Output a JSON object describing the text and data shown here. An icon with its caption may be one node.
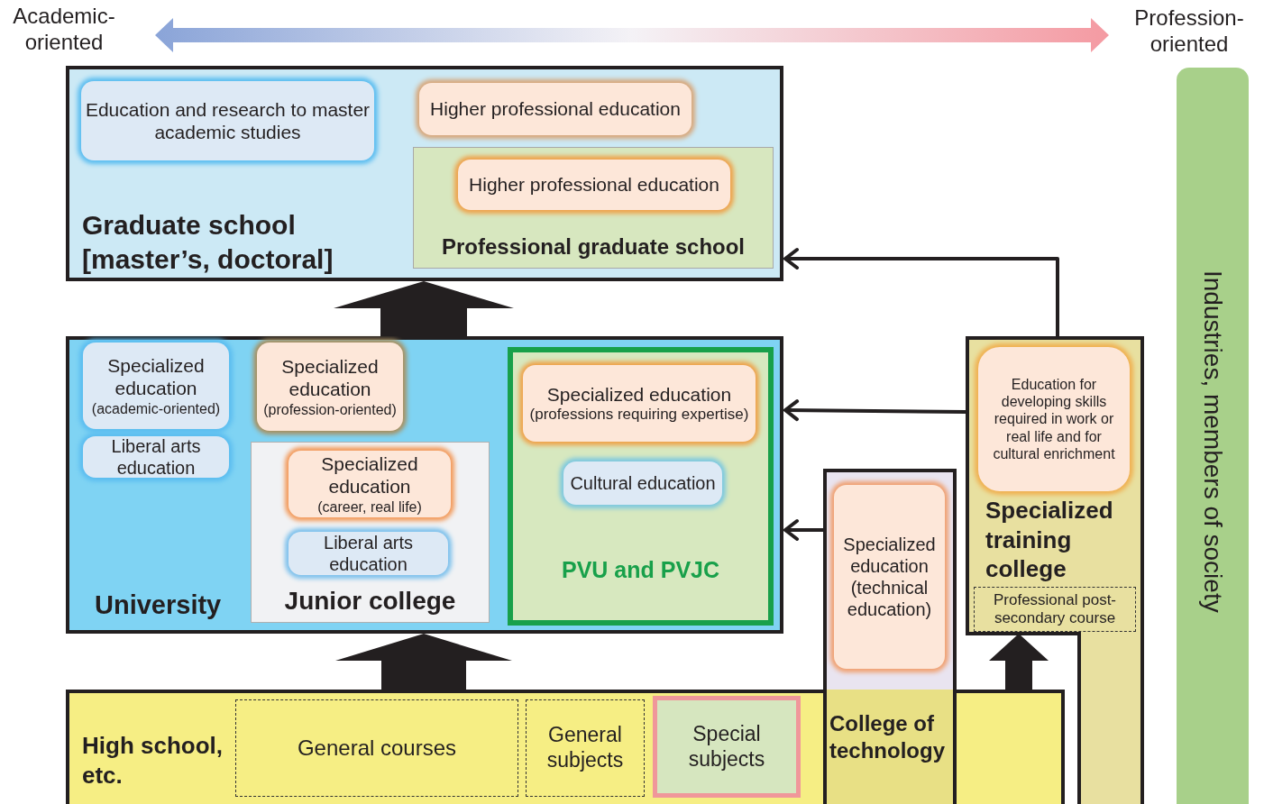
{
  "diagram": {
    "nodes": [
      {
        "text": [
          "Graduate school [master’s, doctoral]"
        ]
      },
      {
        "text": [
          "Education and research to master academic studies"
        ],
        "in": 0
      },
      {
        "text": [
          "Higher professional education"
        ],
        "in": 0
      },
      {
        "text": [
          "Professional  graduate school"
        ],
        "in": 0
      },
      {
        "text": [
          "Higher professional education"
        ],
        "in": 3
      },
      {
        "text": [
          "University"
        ]
      },
      {
        "text": [
          "Specialized education",
          "(academic-oriented)"
        ],
        "in": 5
      },
      {
        "text": [
          "Specialized education",
          "(profession-oriented)"
        ],
        "in": 5
      },
      {
        "text": [
          "Liberal arts education"
        ],
        "in": 5
      },
      {
        "text": [
          "Junior college"
        ],
        "in": 5
      },
      {
        "text": [
          "Specialized education",
          "(career, real life)"
        ],
        "in": 9
      },
      {
        "text": [
          "Liberal arts education"
        ],
        "in": 9
      },
      {
        "text": [
          "PVU and PVJC"
        ],
        "in": 5
      },
      {
        "text": [
          "Specialized education",
          "(professions requiring expertise)"
        ],
        "in": 12
      },
      {
        "text": [
          "Cultural education"
        ],
        "in": 12
      },
      {
        "text": [
          "College of technology"
        ]
      },
      {
        "text": [
          "Specialized education (technical education)"
        ],
        "in": 15
      },
      {
        "text": [
          "Specialized training college"
        ]
      },
      {
        "text": [
          "Education for developing skills required in work or real life and for cultural enrichment"
        ],
        "in": 17
      },
      {
        "text": [
          "Professional post-secondary course"
        ],
        "in": 17
      },
      {
        "text": [
          "High school, etc."
        ]
      },
      {
        "text": [
          "General courses"
        ],
        "in": 20
      },
      {
        "text": [
          "General subjects"
        ],
        "in": 20
      },
      {
        "text": [
          "Special subjects"
        ],
        "in": 20
      },
      {
        "text": [
          "Industries, members of society"
        ]
      }
    ],
    "edges": [
      {
        "from": 17,
        "to": 0,
        "arrow": "to"
      },
      {
        "from": 17,
        "to": 5,
        "arrow": "to"
      },
      {
        "from": 15,
        "to": 5,
        "arrow": "to"
      },
      {
        "from": 5,
        "to": 0,
        "arrow": "to",
        "style": "thick"
      },
      {
        "from": 20,
        "to": 5,
        "arrow": "to",
        "style": "thick"
      },
      {
        "from": 20,
        "to": 17,
        "arrow": "to",
        "style": "thick"
      }
    ],
    "labels": [
      "Academic-oriented",
      "Profession-oriented"
    ]
  }
}
